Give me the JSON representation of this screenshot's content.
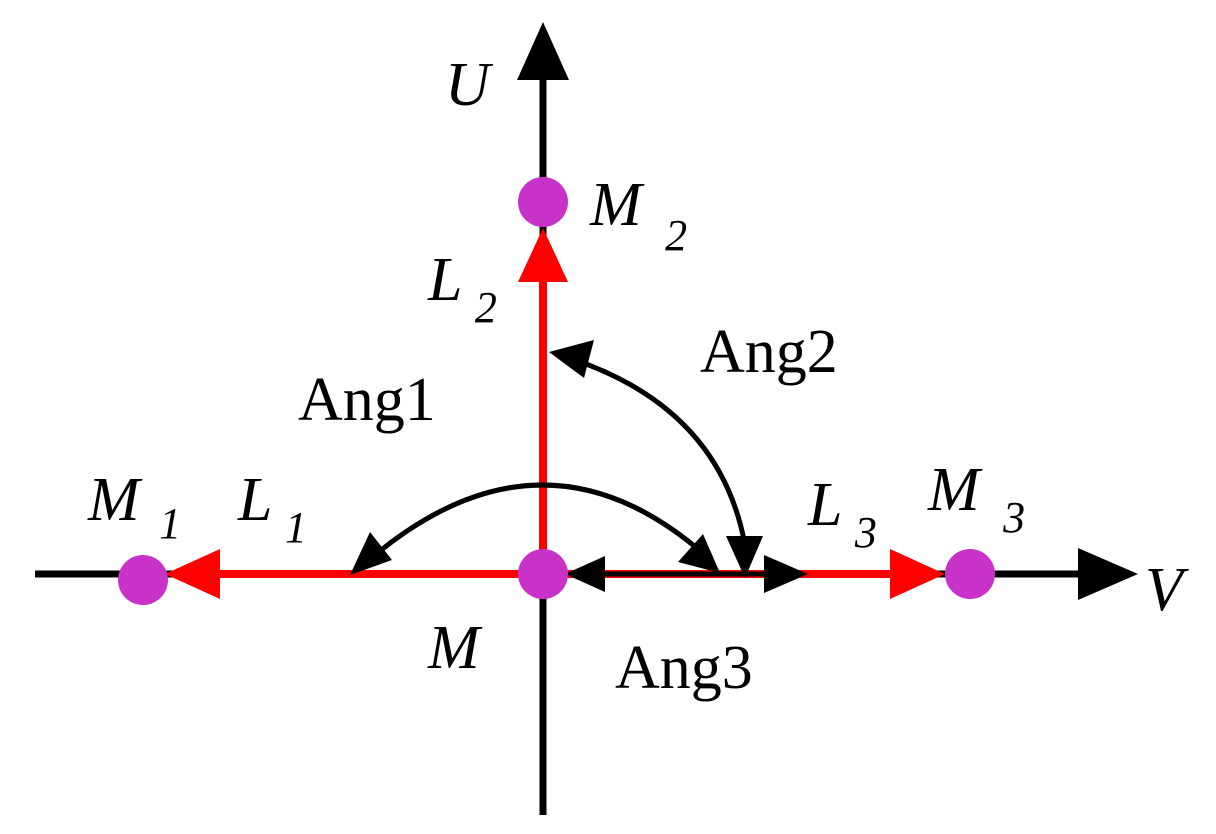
{
  "colors": {
    "axis": "#000000",
    "vector": "#ff0000",
    "point": "#c832c8",
    "text": "#000000"
  },
  "axes": {
    "vertical": "U",
    "horizontal": "V"
  },
  "points": {
    "origin": "M",
    "m1": {
      "base": "M",
      "sub": "1"
    },
    "m2": {
      "base": "M",
      "sub": "2"
    },
    "m3": {
      "base": "M",
      "sub": "3"
    }
  },
  "vectors": {
    "l1": {
      "base": "L",
      "sub": "1"
    },
    "l2": {
      "base": "L",
      "sub": "2"
    },
    "l3": {
      "base": "L",
      "sub": "3"
    }
  },
  "angles": {
    "ang1": "Ang1",
    "ang2": "Ang2",
    "ang3": "Ang3"
  }
}
